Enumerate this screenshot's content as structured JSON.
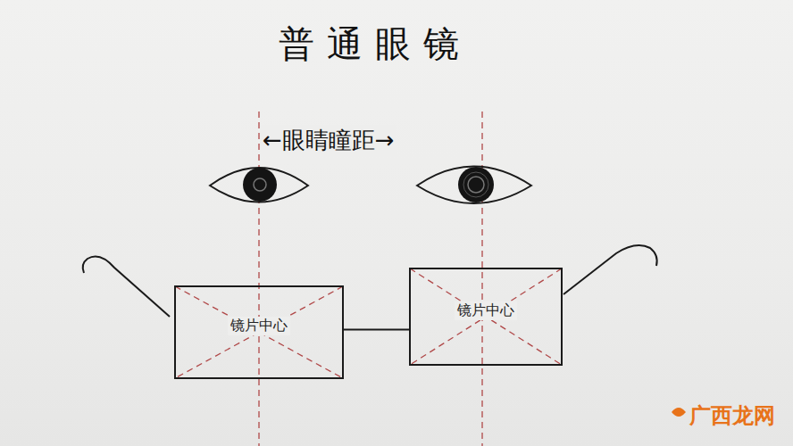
{
  "diagram": {
    "title": "普通眼镜",
    "nodes": [
      {
        "text": [
          "镜片中心"
        ]
      },
      {
        "text": [
          "镜片中心"
        ]
      }
    ],
    "edges": [
      {
        "from": 0,
        "to": 1,
        "arrow": "none"
      }
    ],
    "labels": [
      "←眼睛瞳距→",
      "广西龙网"
    ]
  }
}
